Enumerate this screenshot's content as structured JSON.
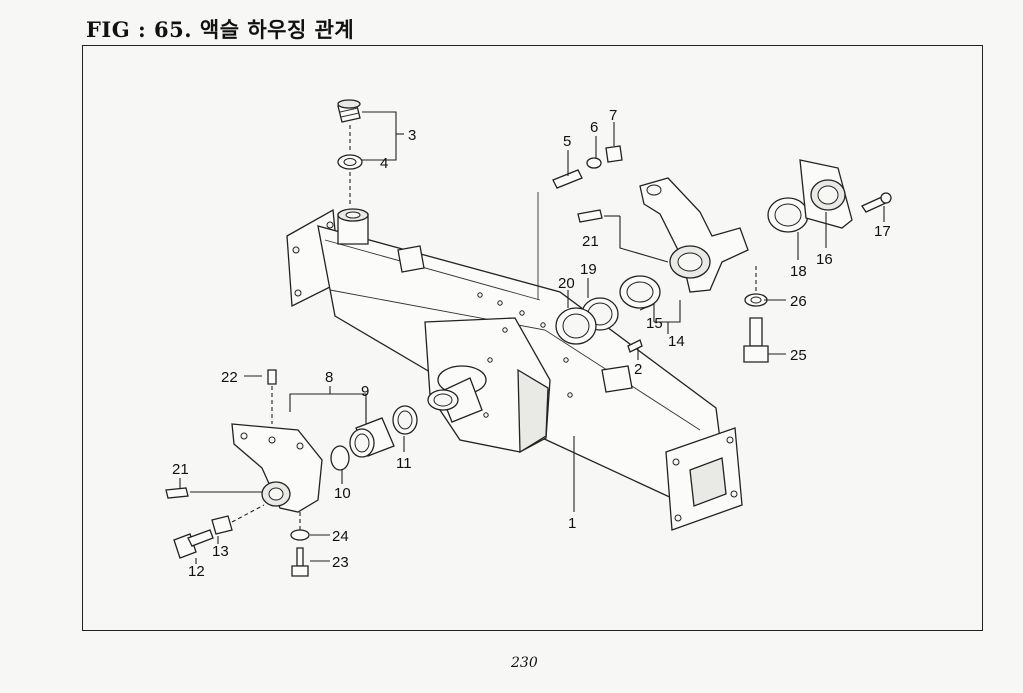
{
  "header": {
    "title": "FIG : 65. 액슬 하우징 관계"
  },
  "footer": {
    "page_number": "230"
  },
  "callouts": [
    {
      "id": "c1",
      "label": "1"
    },
    {
      "id": "c2",
      "label": "2"
    },
    {
      "id": "c3",
      "label": "3"
    },
    {
      "id": "c4",
      "label": "4"
    },
    {
      "id": "c5",
      "label": "5"
    },
    {
      "id": "c6",
      "label": "6"
    },
    {
      "id": "c7",
      "label": "7"
    },
    {
      "id": "c8",
      "label": "8"
    },
    {
      "id": "c9",
      "label": "9"
    },
    {
      "id": "c10",
      "label": "10"
    },
    {
      "id": "c11",
      "label": "11"
    },
    {
      "id": "c12",
      "label": "12"
    },
    {
      "id": "c13",
      "label": "13"
    },
    {
      "id": "c14",
      "label": "14"
    },
    {
      "id": "c15",
      "label": "15"
    },
    {
      "id": "c16",
      "label": "16"
    },
    {
      "id": "c17",
      "label": "17"
    },
    {
      "id": "c18",
      "label": "18"
    },
    {
      "id": "c19",
      "label": "19"
    },
    {
      "id": "c20",
      "label": "20"
    },
    {
      "id": "c21a",
      "label": "21"
    },
    {
      "id": "c21b",
      "label": "21"
    },
    {
      "id": "c22",
      "label": "22"
    },
    {
      "id": "c23",
      "label": "23"
    },
    {
      "id": "c24",
      "label": "24"
    },
    {
      "id": "c25",
      "label": "25"
    },
    {
      "id": "c26",
      "label": "26"
    }
  ]
}
